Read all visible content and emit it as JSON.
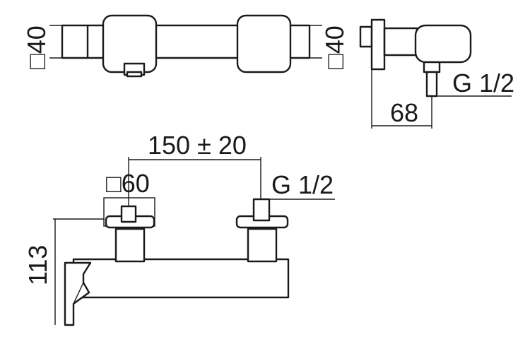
{
  "dimensions": {
    "top_left_square": "□40",
    "top_right_square": "□40",
    "side_depth": "68",
    "side_thread": "G 1/2",
    "center_distance": "150 ± 20",
    "front_square": "□60",
    "front_thread": "G 1/2",
    "front_height": "113"
  }
}
